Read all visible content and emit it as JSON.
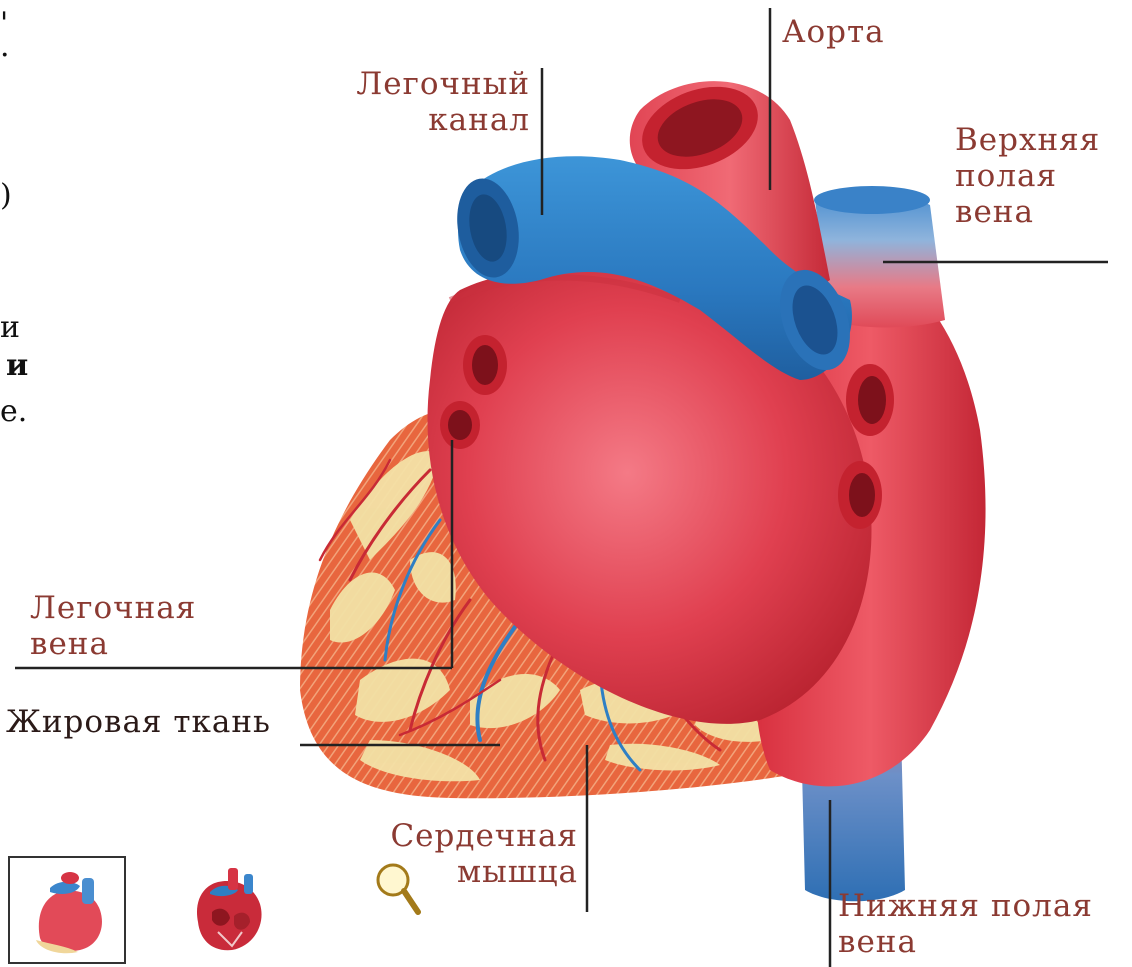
{
  "edge_text": {
    "line1": ")",
    "line2": "и",
    "line3": "и",
    "line4": "е."
  },
  "labels": {
    "aorta": "Аорта",
    "pulmonary_canal": [
      "Легочный",
      "канал"
    ],
    "superior_vena_cava": [
      "Верхняя",
      "полая",
      "вена"
    ],
    "pulmonary_vein": [
      "Легочная",
      "вена"
    ],
    "fat_tissue": "Жировая ткань",
    "heart_muscle": [
      "Сердечная",
      "мышца"
    ],
    "inferior_vena_cava": [
      "Нижняя полая",
      "вена"
    ]
  },
  "thumbnails": [
    {
      "name": "heart-exterior-thumbnail",
      "selected": true
    },
    {
      "name": "heart-interior-thumbnail",
      "selected": false
    }
  ],
  "colors": {
    "label_text": "#8b3a32",
    "heart_red": "#e03a4a",
    "vessel_blue": "#2f7fc4",
    "fat_yellow": "#f3e2a6",
    "leader_line": "#222222"
  }
}
